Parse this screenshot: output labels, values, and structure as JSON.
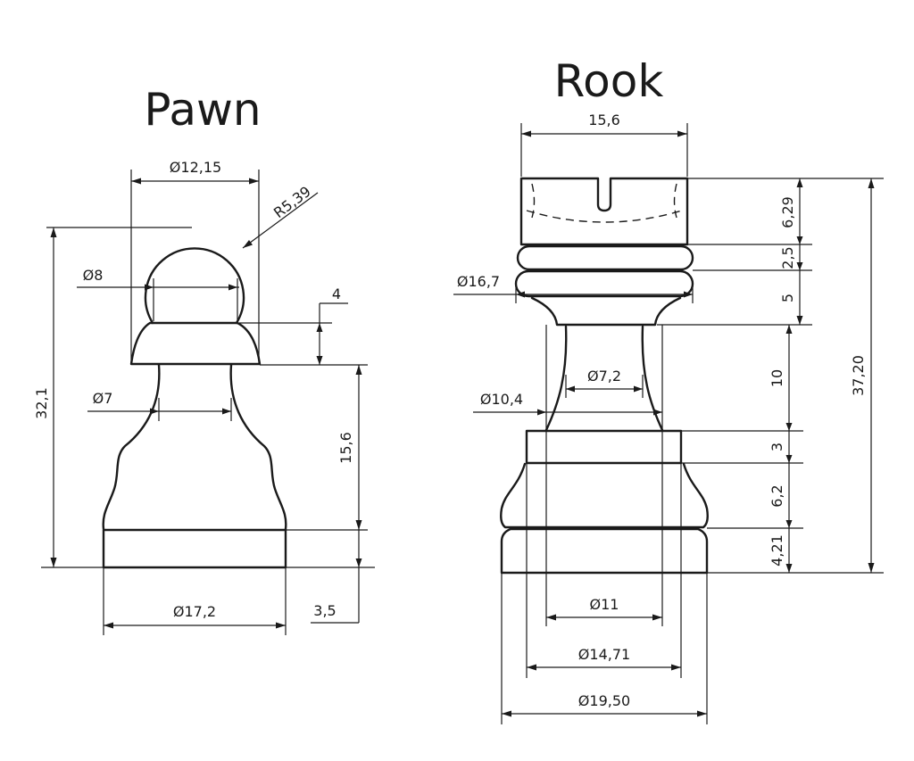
{
  "pawn": {
    "title": "Pawn",
    "dimensions": {
      "head_diameter": "Ø12,15",
      "head_radius": "R5,39",
      "neck_diameter": "Ø8",
      "collar_height": "4",
      "total_height": "32,1",
      "waist_diameter": "Ø7",
      "body_height": "15,6",
      "base_diameter": "Ø17,2",
      "base_height": "3,5"
    }
  },
  "rook": {
    "title": "Rook",
    "dimensions": {
      "top_width": "15,6",
      "crown_height": "6,29",
      "ring_height": "2,5",
      "ring_diameter": "Ø16,7",
      "collar_height": "5",
      "stem_height": "10",
      "stem_diameter": "Ø7,2",
      "stem_bottom_diameter": "Ø10,4",
      "total_height": "37,20",
      "plinth_height": "3",
      "bell_height": "6,2",
      "base_height": "4,21",
      "inner_diameter": "Ø11",
      "plinth_diameter": "Ø14,71",
      "base_diameter": "Ø19,50"
    }
  }
}
